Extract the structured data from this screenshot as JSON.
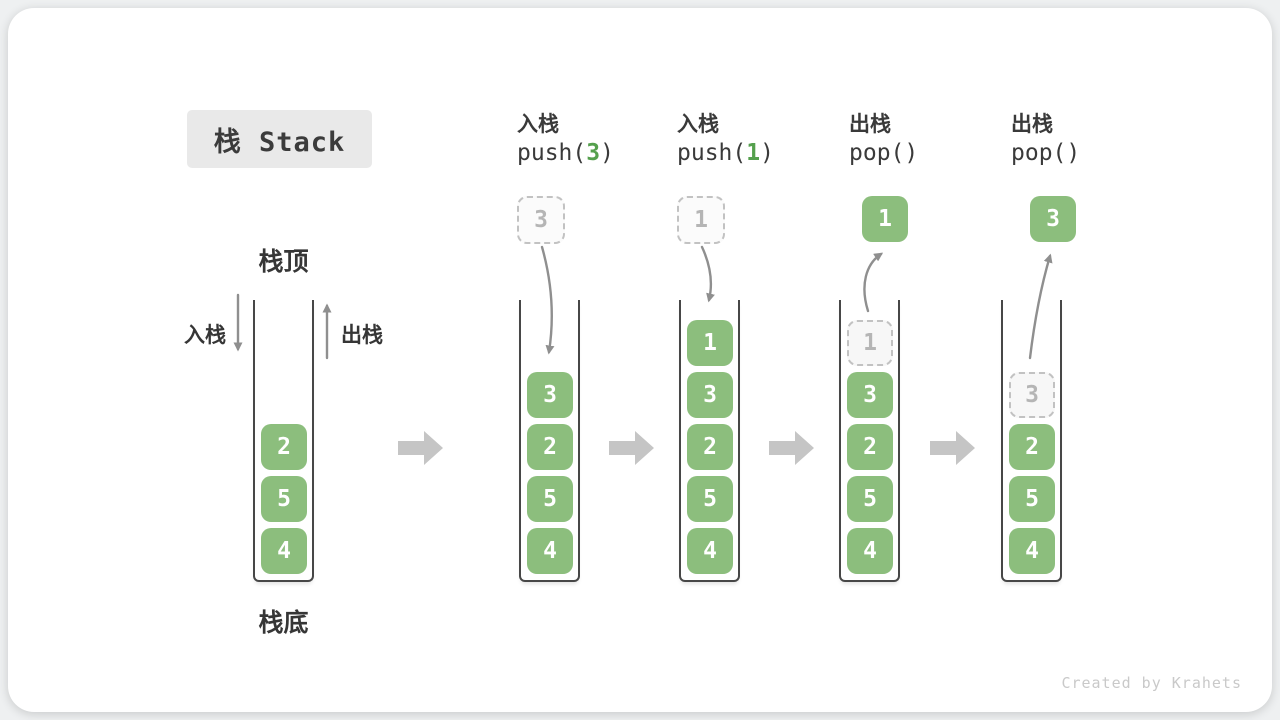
{
  "title": {
    "label": "栈 Stack"
  },
  "footer": {
    "credit": "Created by Krahets"
  },
  "legend": {
    "top_label": "栈顶",
    "bottom_label": "栈底",
    "push_label": "入栈",
    "pop_label": "出栈"
  },
  "colors": {
    "box_green": "#8cbe7d",
    "code_arg_green": "#55a04d",
    "curve_arrow_gray": "#8f8f8f",
    "block_arrow_gray": "#c5c5c5"
  },
  "initial_stack": {
    "items": [
      "2",
      "5",
      "4"
    ]
  },
  "steps": [
    {
      "op": "入栈",
      "code_prefix": "push(",
      "code_arg": "3",
      "code_suffix": ")",
      "floating": {
        "value": "3",
        "variant": "dashed"
      },
      "arrow": "push",
      "stack": [
        {
          "value": "3"
        },
        {
          "value": "2"
        },
        {
          "value": "5"
        },
        {
          "value": "4"
        }
      ]
    },
    {
      "op": "入栈",
      "code_prefix": "push(",
      "code_arg": "1",
      "code_suffix": ")",
      "floating": {
        "value": "1",
        "variant": "dashed"
      },
      "arrow": "push",
      "stack": [
        {
          "value": "1"
        },
        {
          "value": "3"
        },
        {
          "value": "2"
        },
        {
          "value": "5"
        },
        {
          "value": "4"
        }
      ]
    },
    {
      "op": "出栈",
      "code_prefix": "pop(",
      "code_arg": "",
      "code_suffix": ")",
      "floating": {
        "value": "1",
        "variant": "solid"
      },
      "arrow": "pop",
      "stack": [
        {
          "value": "1",
          "ghost": true
        },
        {
          "value": "3"
        },
        {
          "value": "2"
        },
        {
          "value": "5"
        },
        {
          "value": "4"
        }
      ]
    },
    {
      "op": "出栈",
      "code_prefix": "pop(",
      "code_arg": "",
      "code_suffix": ")",
      "floating": {
        "value": "3",
        "variant": "solid"
      },
      "arrow": "pop",
      "stack": [
        {
          "value": "3",
          "ghost": true
        },
        {
          "value": "2"
        },
        {
          "value": "5"
        },
        {
          "value": "4"
        }
      ]
    }
  ]
}
